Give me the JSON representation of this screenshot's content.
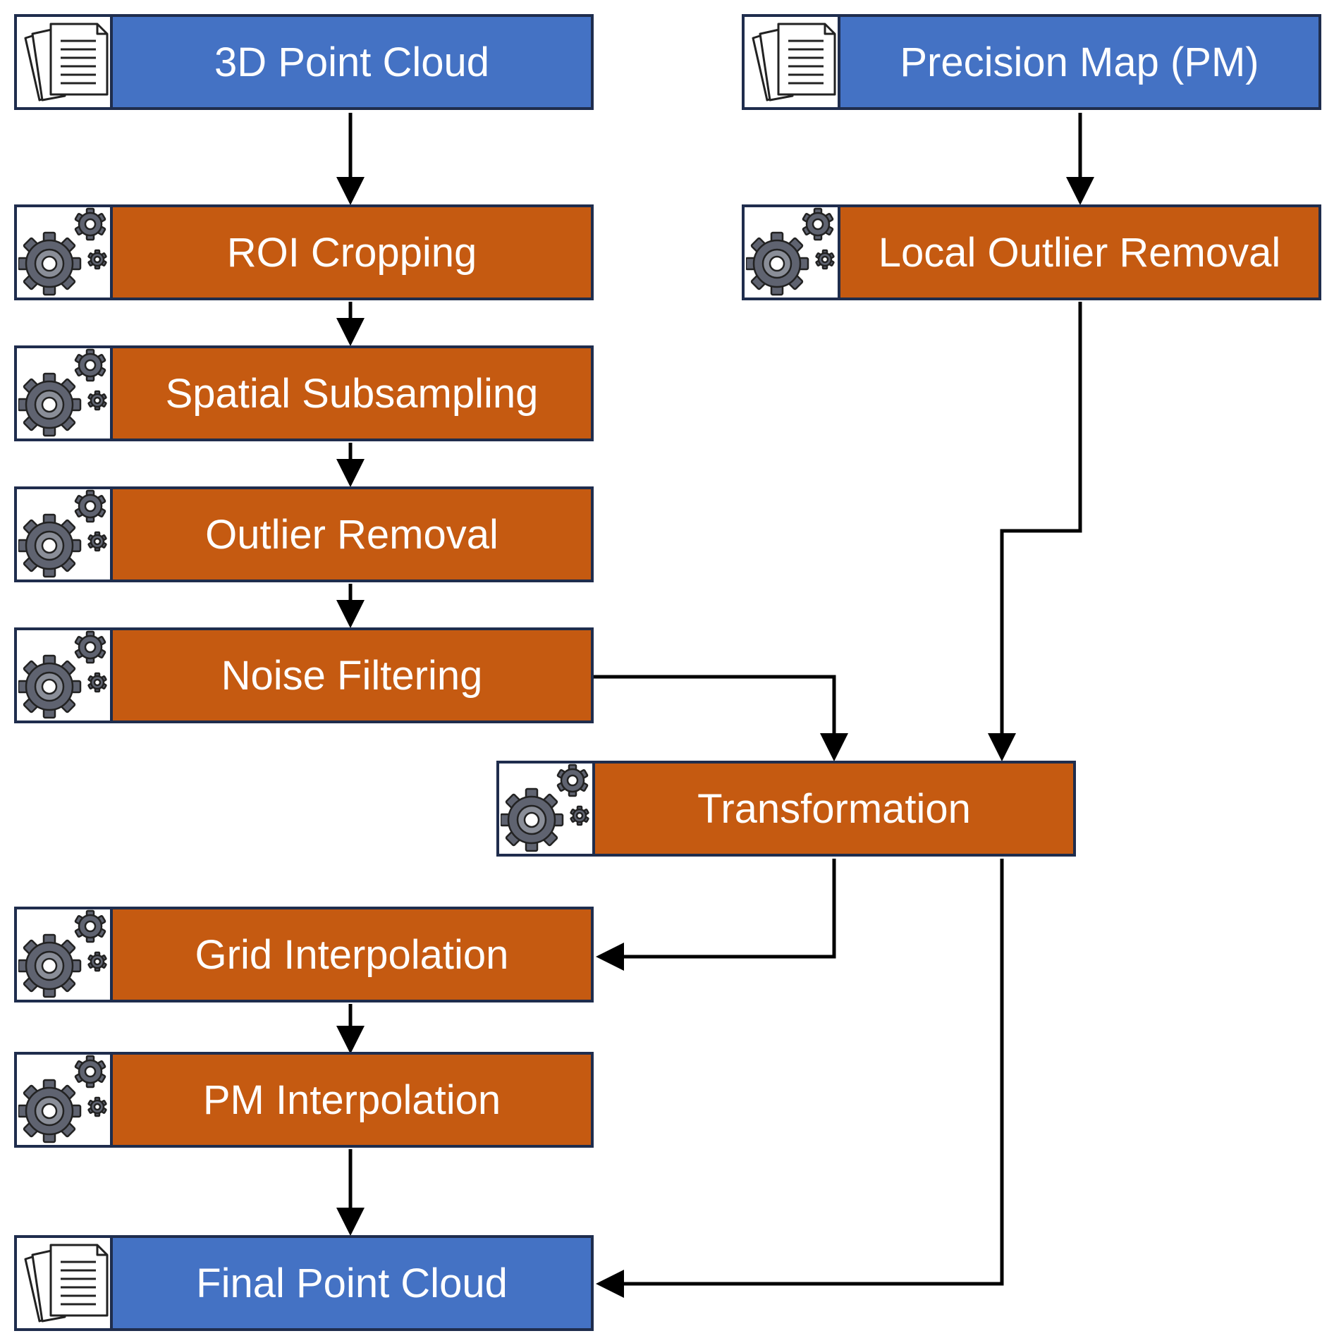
{
  "nodes": {
    "point_cloud": {
      "label": "3D Point Cloud",
      "kind": "data",
      "icon": "document-icon"
    },
    "precision_map": {
      "label": "Precision Map (PM)",
      "kind": "data",
      "icon": "document-icon"
    },
    "roi_cropping": {
      "label": "ROI Cropping",
      "kind": "process",
      "icon": "gears-icon"
    },
    "local_outlier_removal": {
      "label": "Local Outlier Removal",
      "kind": "process",
      "icon": "gears-icon"
    },
    "spatial_subsampling": {
      "label": "Spatial Subsampling",
      "kind": "process",
      "icon": "gears-icon"
    },
    "outlier_removal": {
      "label": "Outlier Removal",
      "kind": "process",
      "icon": "gears-icon"
    },
    "noise_filtering": {
      "label": "Noise Filtering",
      "kind": "process",
      "icon": "gears-icon"
    },
    "transformation": {
      "label": "Transformation",
      "kind": "process",
      "icon": "gears-icon"
    },
    "grid_interpolation": {
      "label": "Grid Interpolation",
      "kind": "process",
      "icon": "gears-icon"
    },
    "pm_interpolation": {
      "label": "PM Interpolation",
      "kind": "process",
      "icon": "gears-icon"
    },
    "final_point_cloud": {
      "label": "Final Point Cloud",
      "kind": "data",
      "icon": "document-icon"
    }
  },
  "edges": [
    {
      "from": "point_cloud",
      "to": "roi_cropping"
    },
    {
      "from": "roi_cropping",
      "to": "spatial_subsampling"
    },
    {
      "from": "spatial_subsampling",
      "to": "outlier_removal"
    },
    {
      "from": "outlier_removal",
      "to": "noise_filtering"
    },
    {
      "from": "noise_filtering",
      "to": "transformation"
    },
    {
      "from": "precision_map",
      "to": "local_outlier_removal"
    },
    {
      "from": "local_outlier_removal",
      "to": "transformation"
    },
    {
      "from": "transformation",
      "to": "grid_interpolation"
    },
    {
      "from": "grid_interpolation",
      "to": "pm_interpolation"
    },
    {
      "from": "pm_interpolation",
      "to": "final_point_cloud"
    },
    {
      "from": "transformation",
      "to": "final_point_cloud"
    }
  ],
  "colors": {
    "data": "#4472c4",
    "process": "#c55a11",
    "border": "#1f2d4d",
    "arrow": "#000000",
    "gear": "#5f6370"
  }
}
